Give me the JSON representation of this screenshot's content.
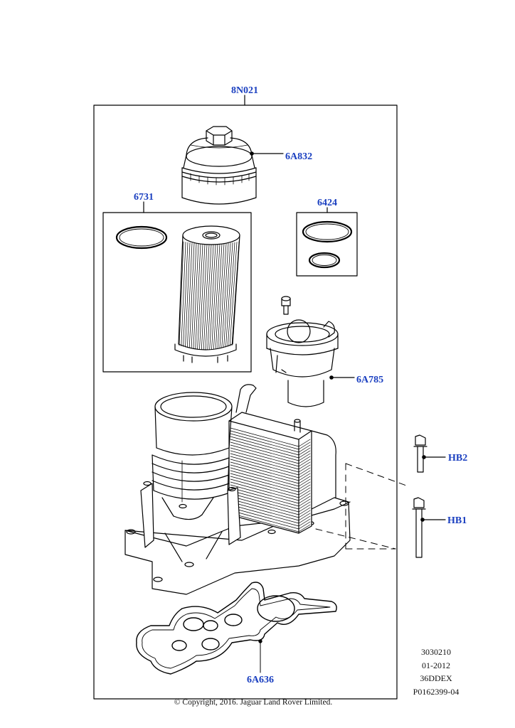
{
  "callouts": {
    "kit": "8N021",
    "filter_cap": "6A832",
    "filter_element": "6731",
    "o_rings": "6424",
    "valve": "6A785",
    "bolt_upper": "HB2",
    "bolt_lower": "HB1",
    "gasket": "6A636"
  },
  "meta": {
    "line1": "3030210",
    "line2": "01-2012",
    "line3": "36DDEX",
    "line4": "P0162399-04"
  },
  "copyright": "© Copyright, 2016. Jaguar Land Rover Limited.",
  "colors": {
    "callout": "#1a3fc0",
    "line": "#000000"
  }
}
